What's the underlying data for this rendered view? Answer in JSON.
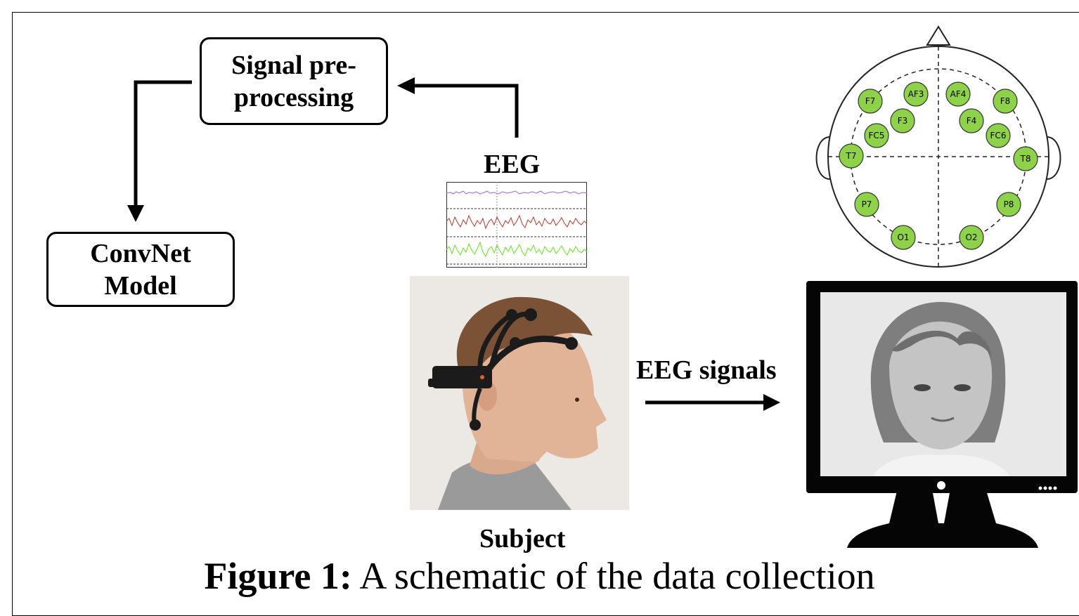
{
  "boxes": {
    "preprocessing": {
      "line1": "Signal pre-",
      "line2": "processing"
    },
    "convnet": {
      "line1": "ConvNet",
      "line2": "Model"
    }
  },
  "labels": {
    "eeg": "EEG",
    "eeg_signals": "EEG signals",
    "subject": "Subject"
  },
  "electrodes": [
    "F7",
    "AF3",
    "AF4",
    "F8",
    "F3",
    "F4",
    "FC5",
    "FC6",
    "T7",
    "T8",
    "P7",
    "P8",
    "O1",
    "O2"
  ],
  "colors": {
    "electrode_fill": "#8ed24a",
    "trace1": "#a064d8",
    "trace2": "#b03a2e",
    "trace3": "#66e022"
  },
  "caption": {
    "prefix": "Figure 1:",
    "text": " A schematic of the data collection"
  }
}
